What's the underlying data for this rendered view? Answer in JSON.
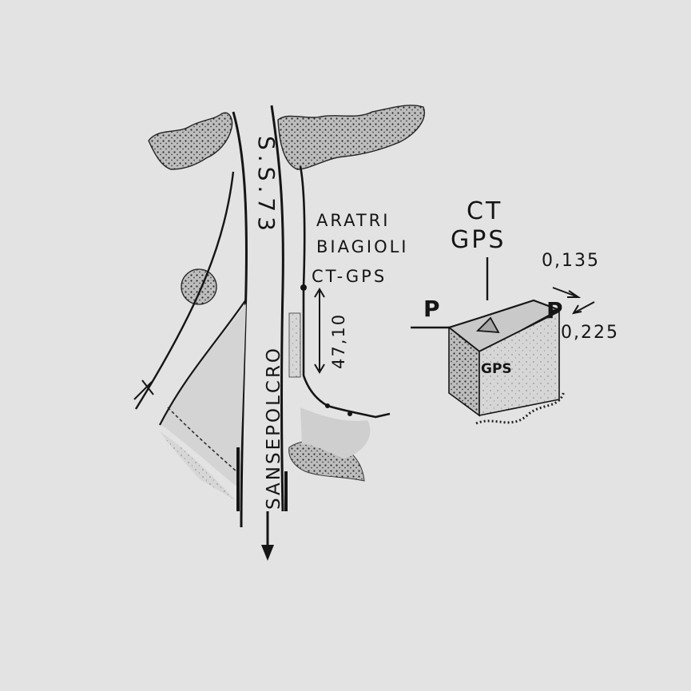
{
  "road_label": "S.S.73",
  "direction_label": "SANSEPOLCRO",
  "distance_label": "47,10",
  "place_line1": "ARATRI",
  "place_line2": "BIAGIOLI",
  "point_label": "CT-GPS",
  "detail_title_line1": "CT",
  "detail_title_line2": "GPS",
  "detail_left_marker": "P",
  "detail_right_marker": "P",
  "measure_top": "0,135",
  "measure_bottom": "0,225",
  "block_label": "GPS",
  "ink_color": "#151515",
  "paper_color": "#e3e3e3"
}
